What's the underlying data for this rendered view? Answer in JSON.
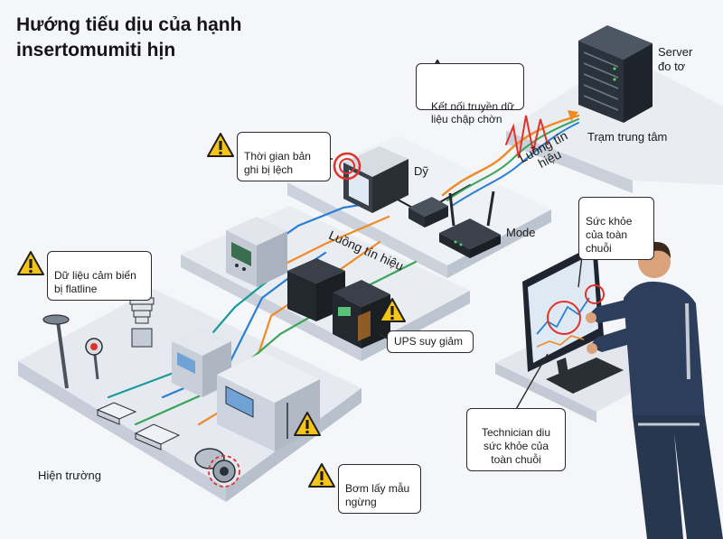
{
  "title": {
    "line1": "Hướng tiếu dịu của hạnh",
    "line2": "insertomumiti hịn"
  },
  "locations": {
    "field": "Hiện trường",
    "central_station": "Trạm trung tâm",
    "server": "Server\nđo tơ",
    "logger": "Dỹ",
    "modem": "Mode"
  },
  "signal_flows": {
    "flow_upper": "Luồng tín\nhiệu",
    "flow_middle": "Luồng tín hiệu"
  },
  "alerts": {
    "sensor_flatline": "Dữ liệu cảm biến\nbị flatline",
    "clock_drift": "Thời gian bản\nghi bị lệch",
    "link_intermittent": "Kết nối truyền dữ\nliệu chập chờn",
    "ups_degraded": "UPS suy giảm",
    "pump_stopped": "Bơm lấy mẫu\nngừng"
  },
  "monitor": {
    "chain_health": "Sức khỏe\ncủa toàn\nchuỗi",
    "technician": "Technician diu\nsức khỏe của\ntoàn chuỗi"
  },
  "colors": {
    "platform_top": "#e9edf2",
    "platform_side": "#c9d0da",
    "warning_yellow": "#f5c416",
    "signal_blue": "#2a7fd4",
    "signal_orange": "#f08a24",
    "signal_green": "#3aa55a",
    "signal_teal": "#159a9a",
    "alert_red": "#e0322b",
    "uniform_navy": "#2c3e5c"
  },
  "icons": [
    "warning-icon",
    "server-rack-icon",
    "modem-icon",
    "data-logger-icon",
    "ups-icon",
    "analyzer-icon",
    "pump-icon",
    "sensor-icon",
    "monitor-icon",
    "technician-icon"
  ]
}
